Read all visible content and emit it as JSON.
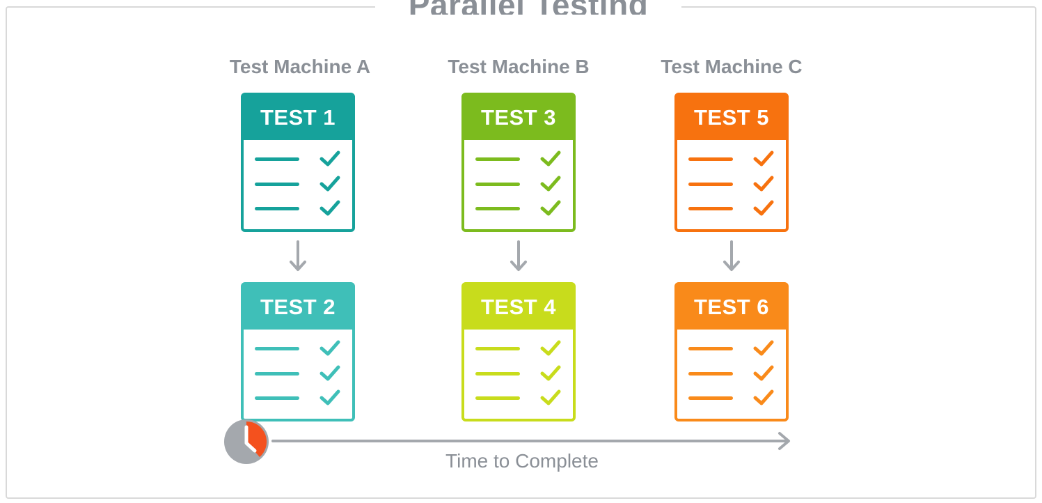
{
  "title": "Parallel Testing",
  "machines": [
    {
      "label": "Test Machine A"
    },
    {
      "label": "Test Machine B"
    },
    {
      "label": "Test Machine C"
    }
  ],
  "tests": [
    {
      "label": "TEST 1",
      "color": "#16a29b"
    },
    {
      "label": "TEST 2",
      "color": "#3fbfb8"
    },
    {
      "label": "TEST 3",
      "color": "#7cbb1e"
    },
    {
      "label": "TEST 4",
      "color": "#c8dc1c"
    },
    {
      "label": "TEST 5",
      "color": "#f7720f"
    },
    {
      "label": "TEST 6",
      "color": "#f98a1a"
    }
  ],
  "icons": {
    "check": "check-icon",
    "arrow": "down-arrow-icon",
    "clock": "clock-icon",
    "timeline_arrow": "right-arrow-icon"
  },
  "colors": {
    "arrow_gray": "#a4a8ad",
    "text_gray": "#8a8f96",
    "clock_accent": "#f4511e"
  },
  "timeline_label": "Time to Complete"
}
